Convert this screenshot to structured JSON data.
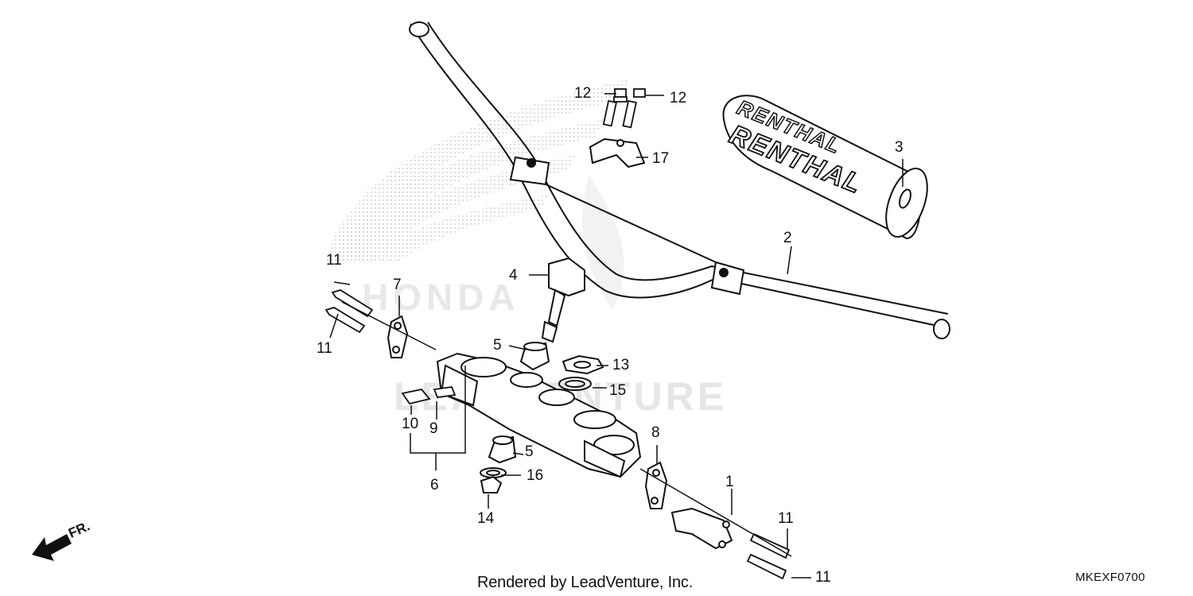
{
  "diagram": {
    "callouts": [
      {
        "id": "c1",
        "label": "1"
      },
      {
        "id": "c2",
        "label": "2"
      },
      {
        "id": "c3",
        "label": "3"
      },
      {
        "id": "c4",
        "label": "4"
      },
      {
        "id": "c5a",
        "label": "5"
      },
      {
        "id": "c5b",
        "label": "5"
      },
      {
        "id": "c6",
        "label": "6"
      },
      {
        "id": "c7",
        "label": "7"
      },
      {
        "id": "c8",
        "label": "8"
      },
      {
        "id": "c9",
        "label": "9"
      },
      {
        "id": "c10",
        "label": "10"
      },
      {
        "id": "c11a",
        "label": "11"
      },
      {
        "id": "c11b",
        "label": "11"
      },
      {
        "id": "c11c",
        "label": "11"
      },
      {
        "id": "c11d",
        "label": "11"
      },
      {
        "id": "c12a",
        "label": "12"
      },
      {
        "id": "c12b",
        "label": "12"
      },
      {
        "id": "c13",
        "label": "13"
      },
      {
        "id": "c14",
        "label": "14"
      },
      {
        "id": "c15",
        "label": "15"
      },
      {
        "id": "c16",
        "label": "16"
      },
      {
        "id": "c17",
        "label": "17"
      }
    ],
    "pad_brand": "RENTHAL",
    "watermark": "LEADVENTURE",
    "front_indicator": "FR.",
    "footer": "Rendered by LeadVenture, Inc.",
    "diagram_code": "MKEXF0700"
  }
}
